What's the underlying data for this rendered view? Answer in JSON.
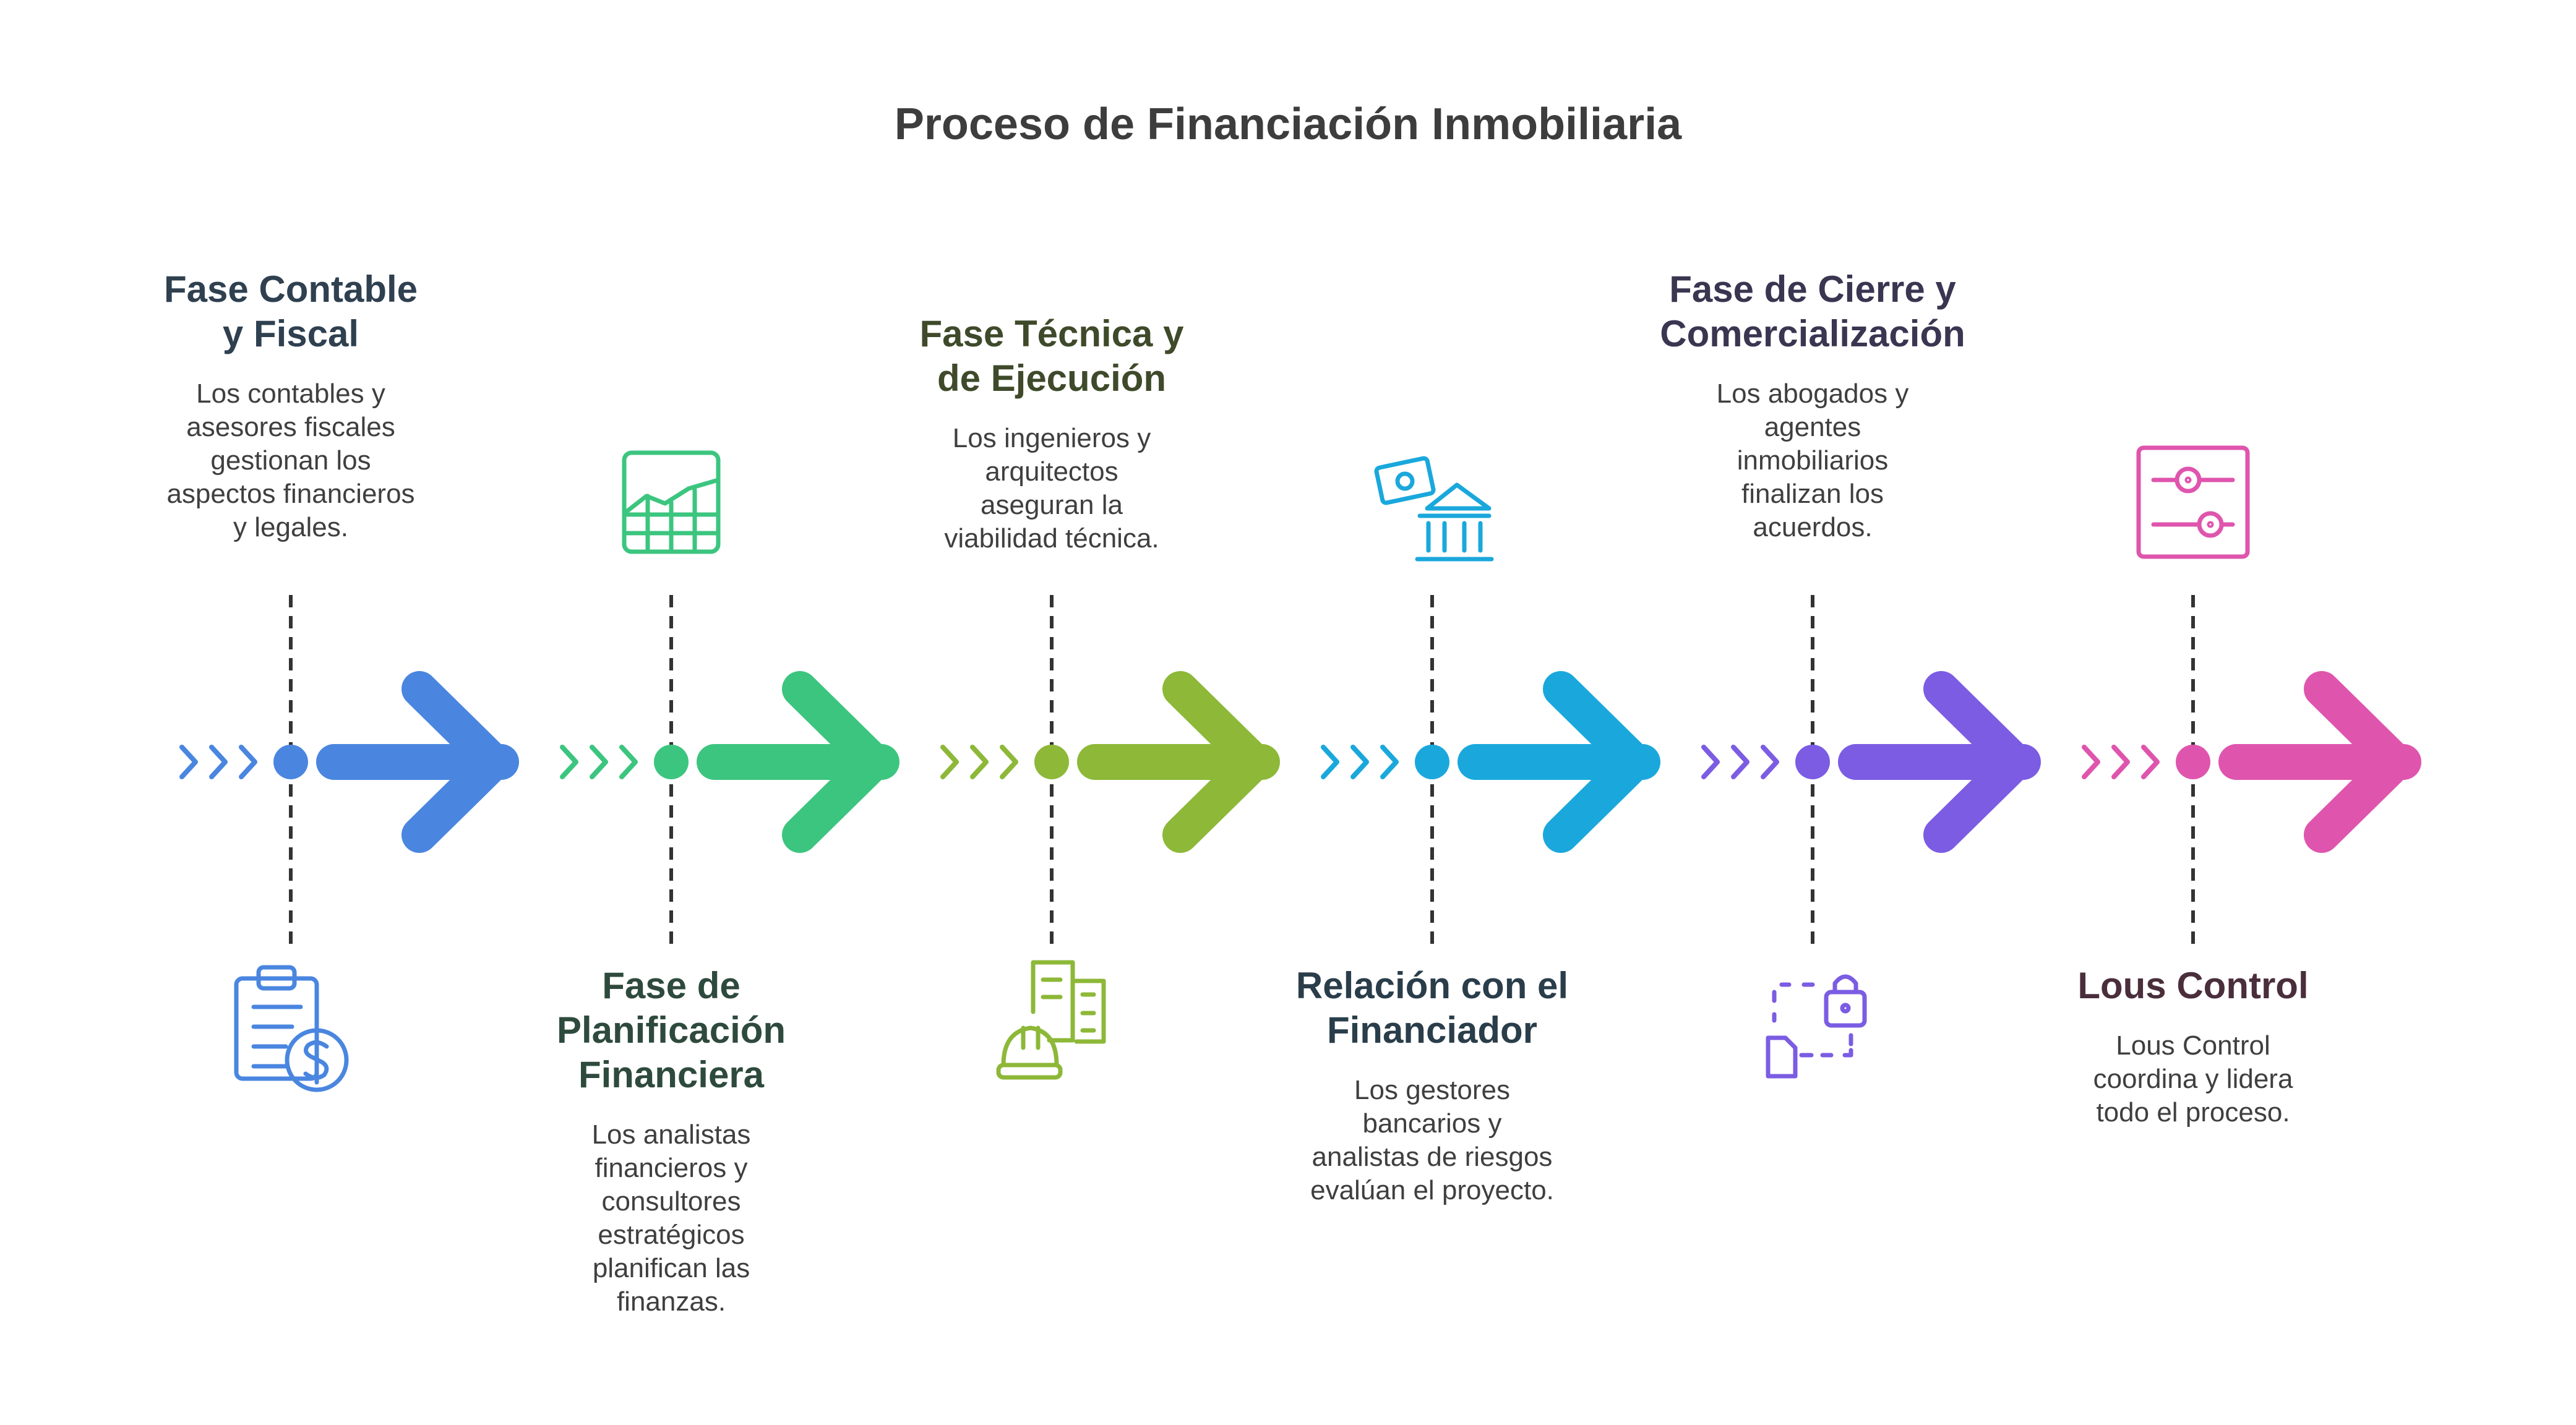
{
  "title": "Proceso de Financiación Inmobiliaria",
  "colors": {
    "title": "#3d3d3d",
    "text": "#3f3f3f",
    "connector": "#333333"
  },
  "phases": [
    {
      "id": "contable",
      "heading": [
        "Fase Contable",
        "y Fiscal"
      ],
      "description": [
        "Los contables y",
        "asesores fiscales",
        "gestionan los",
        "aspectos financieros",
        "y legales."
      ],
      "text_position": "top",
      "icon": "clipboard-dollar-icon",
      "color": "#4a86e0",
      "heading_color": "#2f4050"
    },
    {
      "id": "planificacion",
      "heading": [
        "Fase de",
        "Planificación",
        "Financiera"
      ],
      "description": [
        "Los analistas",
        "financieros y",
        "consultores",
        "estratégicos",
        "planifican las",
        "finanzas."
      ],
      "text_position": "bottom",
      "icon": "spreadsheet-chart-icon",
      "color": "#3cc57f",
      "heading_color": "#2e4a3d"
    },
    {
      "id": "tecnica",
      "heading": [
        "Fase Técnica y",
        "de Ejecución"
      ],
      "description": [
        "Los ingenieros y",
        "arquitectos",
        "aseguran la",
        "viabilidad técnica."
      ],
      "text_position": "top",
      "icon": "hardhat-building-icon",
      "color": "#8db838",
      "heading_color": "#3e4a2a"
    },
    {
      "id": "financiador",
      "heading": [
        "Relación con el",
        "Financiador"
      ],
      "description": [
        "Los gestores",
        "bancarios y",
        "analistas de riesgos",
        "evalúan el proyecto."
      ],
      "text_position": "bottom",
      "icon": "bank-money-icon",
      "color": "#1aa8dc",
      "heading_color": "#2a3d4a"
    },
    {
      "id": "cierre",
      "heading": [
        "Fase de Cierre y",
        "Comercialización"
      ],
      "description": [
        "Los abogados y",
        "agentes",
        "inmobiliarios",
        "finalizan los",
        "acuerdos."
      ],
      "text_position": "top",
      "icon": "secure-documents-icon",
      "color": "#7b5ce3",
      "heading_color": "#3a3550"
    },
    {
      "id": "control",
      "heading": [
        "Lous Control"
      ],
      "description": [
        "Lous Control",
        "coordina y lidera",
        "todo el proceso."
      ],
      "text_position": "bottom",
      "icon": "sliders-control-icon",
      "color": "#df55ad",
      "heading_color": "#4a2e3c"
    }
  ]
}
